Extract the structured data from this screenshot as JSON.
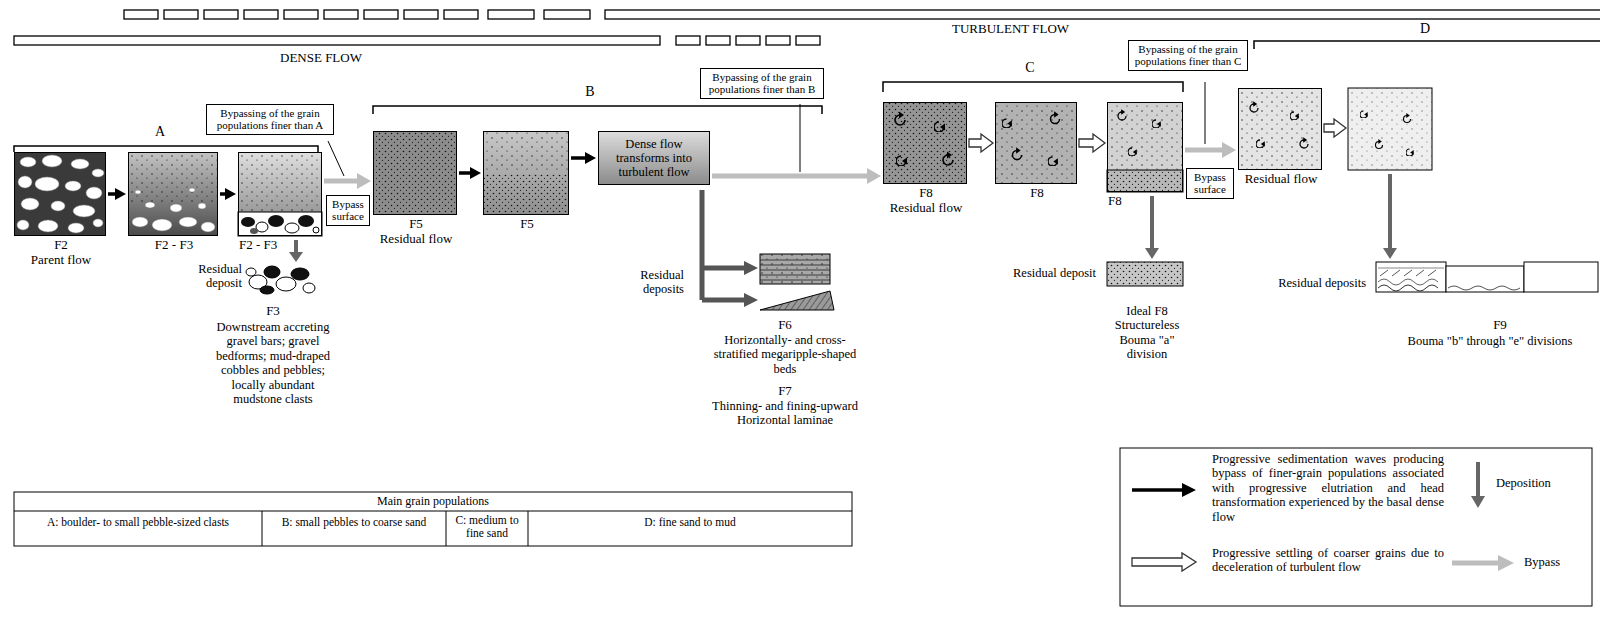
{
  "diagram": {
    "nodes": [
      {
        "text": [
          "F2",
          "Parent flow"
        ]
      },
      {
        "text": [
          "F2 - F3"
        ]
      },
      {
        "text": [
          "F2 - F3"
        ]
      },
      {
        "text": [
          "Bypass surface"
        ]
      },
      {
        "text": [
          "Bypassing of the grain populations finer than A"
        ]
      },
      {
        "text": [
          "F5",
          "Residual flow"
        ]
      },
      {
        "text": [
          "F5"
        ]
      },
      {
        "text": [
          "Dense flow transforms into turbulent flow"
        ]
      },
      {
        "text": [
          "Bypassing of the grain populations finer than B"
        ]
      },
      {
        "text": [
          "F8",
          "Residual flow"
        ]
      },
      {
        "text": [
          "F8"
        ]
      },
      {
        "text": [
          "F8"
        ]
      },
      {
        "text": [
          "Bypass surface"
        ]
      },
      {
        "text": [
          "Bypassing of the grain populations finer than C"
        ]
      },
      {
        "text": [
          "Residual flow"
        ]
      }
    ],
    "edges": [
      {
        "from": 0,
        "to": 1,
        "arrow": "to"
      },
      {
        "from": 1,
        "to": 2,
        "arrow": "to"
      },
      {
        "from": 2,
        "to": 5,
        "arrow": "to"
      },
      {
        "from": 5,
        "to": 6,
        "arrow": "to"
      },
      {
        "from": 6,
        "to": 7,
        "arrow": "to"
      },
      {
        "from": 7,
        "to": 9,
        "arrow": "to"
      },
      {
        "from": 9,
        "to": 10,
        "arrow": "to"
      },
      {
        "from": 10,
        "to": 11,
        "arrow": "to"
      },
      {
        "from": 11,
        "to": 14,
        "arrow": "to"
      }
    ],
    "labels": [
      "DENSE FLOW",
      "TURBULENT FLOW",
      "A",
      "B",
      "C",
      "D",
      "Residual deposit",
      "F3",
      "Downstream accreting gravel bars; gravel bedforms; mud-draped cobbles and pebbles; locally abundant mudstone clasts",
      "Residual deposits",
      "F6",
      "Horizontally- and cross-stratified megaripple-shaped beds",
      "F7",
      "Thinning- and fining-upward Horizontal laminae",
      "Residual deposit",
      "Ideal F8 Structureless Bouma \"a\" division",
      "Residual deposits",
      "F9",
      "Bouma \"b\" through \"e\" divisions",
      "Main grain populations",
      "A: boulder- to small pebble-sized clasts",
      "B: small pebbles to coarse sand",
      "C: medium to fine sand",
      "D: fine sand to mud"
    ],
    "legend": [
      {
        "text": "Progressive sedimentation waves producing bypass of finer-grain populations associated with progressive elutriation and head transformation experienced by the basal dense flow"
      },
      {
        "text": "Deposition"
      },
      {
        "text": "Progressive settling of coarser grains due to deceleration of turbulent flow"
      },
      {
        "text": "Bypass"
      }
    ]
  }
}
